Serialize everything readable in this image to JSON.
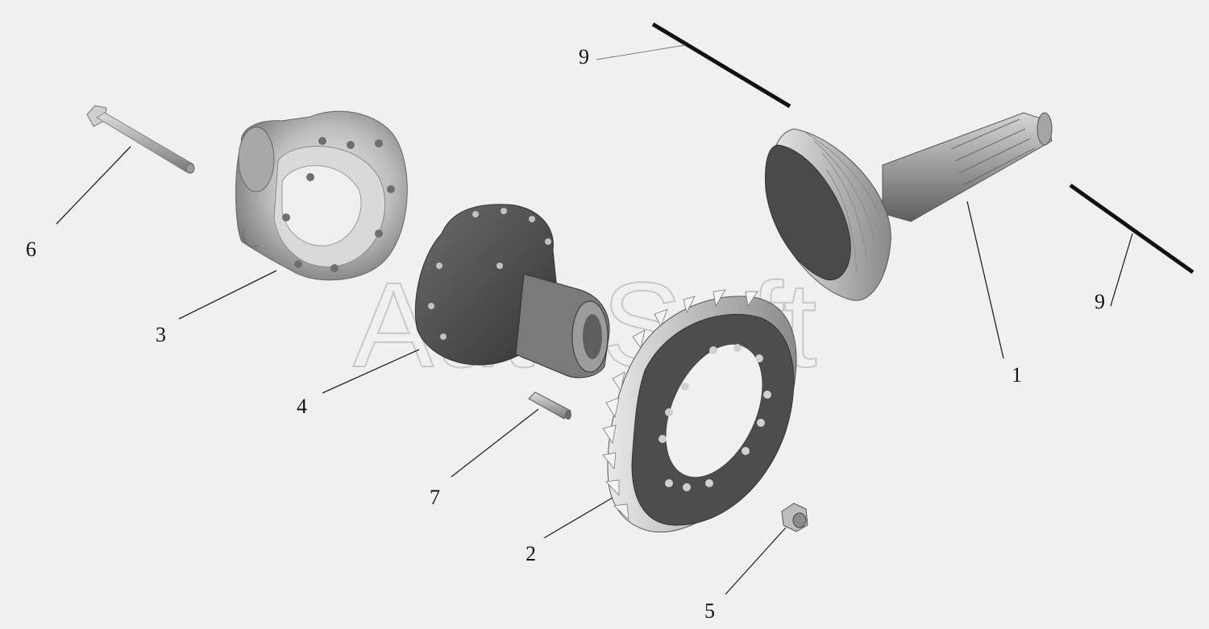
{
  "watermark": "AutoSoft",
  "callouts": {
    "c1": "1",
    "c2": "2",
    "c3": "3",
    "c4": "4",
    "c5": "5",
    "c6": "6",
    "c7": "7",
    "c9a": "9",
    "c9b": "9"
  },
  "colors": {
    "background": "#f0f0f0",
    "part_dark": "#4a4a4a",
    "part_mid": "#8c8c8c",
    "part_light": "#c9c9c9",
    "leader": "#222222"
  }
}
